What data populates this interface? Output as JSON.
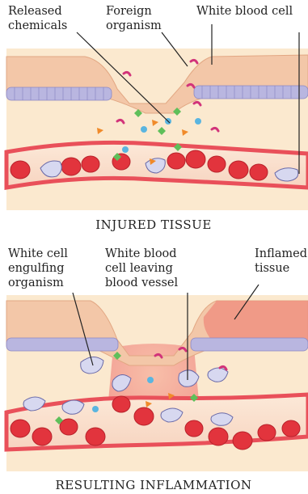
{
  "top_panel": {
    "labels": {
      "released_chemicals": [
        "Released",
        "chemicals"
      ],
      "foreign_organism": [
        "Foreign",
        "organism"
      ],
      "white_blood_cell": "White blood cell"
    },
    "caption": "INJURED TISSUE"
  },
  "bottom_panel": {
    "labels": {
      "white_cell_engulfing": [
        "White cell",
        "engulfing",
        "organism"
      ],
      "white_cell_leaving": [
        "White blood",
        "cell leaving",
        "blood vessel"
      ],
      "inflamed_tissue": [
        "Inflamed",
        "tissue"
      ]
    },
    "caption": "RESULTING INFLAMMATION"
  },
  "colors": {
    "skin_outer": "#f3c7a8",
    "skin_inner": "#f8dfc6",
    "cell_layer": "#b9b6e0",
    "tissue": "#fbe9cf",
    "vessel_wall": "#e9505a",
    "red_cell": "#e2343d",
    "inflamed": "#e8686e",
    "organism": "#d2347a",
    "chemical_green": "#5fbf5a",
    "chemical_orange": "#f08a2a",
    "chemical_blue": "#5ab5e0"
  },
  "icons": [
    "white-blood-cell-icon",
    "red-blood-cell-icon",
    "organism-icon",
    "chemical-icon"
  ]
}
